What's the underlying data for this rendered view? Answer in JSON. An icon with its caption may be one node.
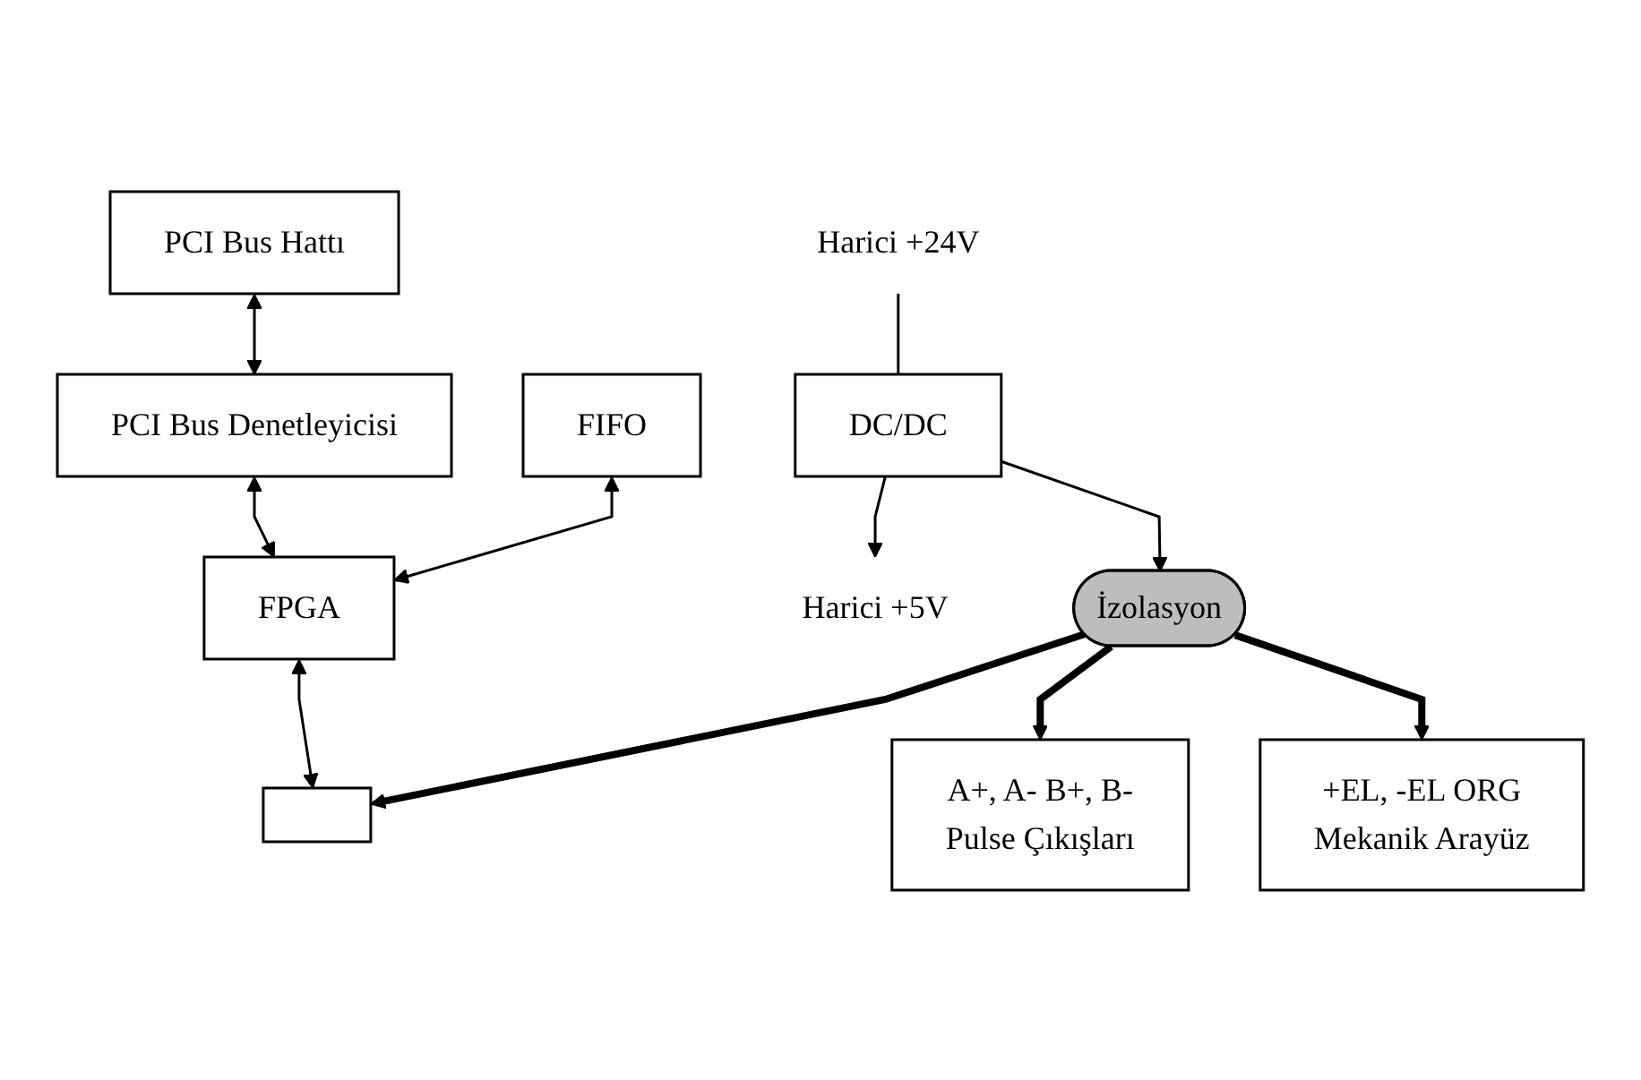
{
  "diagram": {
    "nodes": [
      {
        "text": [
          "PCI Bus Hattı"
        ]
      },
      {
        "text": [
          "PCI Bus Denetleyicisi"
        ]
      },
      {
        "text": [
          "FIFO"
        ]
      },
      {
        "text": [
          "FPGA"
        ]
      },
      {
        "text": [],
        "shape": "box"
      },
      {
        "text": [
          "DC/DC"
        ]
      },
      {
        "text": [
          "İzolasyon"
        ]
      },
      {
        "text": [
          "A+, A- B+, B-",
          "Pulse Çıkışları"
        ]
      },
      {
        "text": [
          "+EL, -EL ORG",
          "Mekanik Arayüz"
        ]
      },
      {
        "text": [
          "Harici +24V"
        ]
      },
      {
        "text": [
          "Harici +5V"
        ]
      }
    ],
    "edges": [
      {
        "from": 0,
        "to": 1,
        "arrow": "both"
      },
      {
        "from": 1,
        "to": 3,
        "arrow": "both"
      },
      {
        "from": 2,
        "to": 3,
        "arrow": "both"
      },
      {
        "from": 3,
        "to": 4,
        "arrow": "both"
      },
      {
        "from": 6,
        "to": 4,
        "arrow": "to",
        "style": "thick"
      },
      {
        "from": 6,
        "to": 7,
        "arrow": "to",
        "style": "thick"
      },
      {
        "from": 6,
        "to": 8,
        "arrow": "to",
        "style": "thick"
      },
      {
        "from": 9,
        "to": 5,
        "arrow": "none"
      },
      {
        "from": 5,
        "to": 10,
        "arrow": "to"
      },
      {
        "from": 5,
        "to": 6,
        "arrow": "to"
      }
    ]
  }
}
